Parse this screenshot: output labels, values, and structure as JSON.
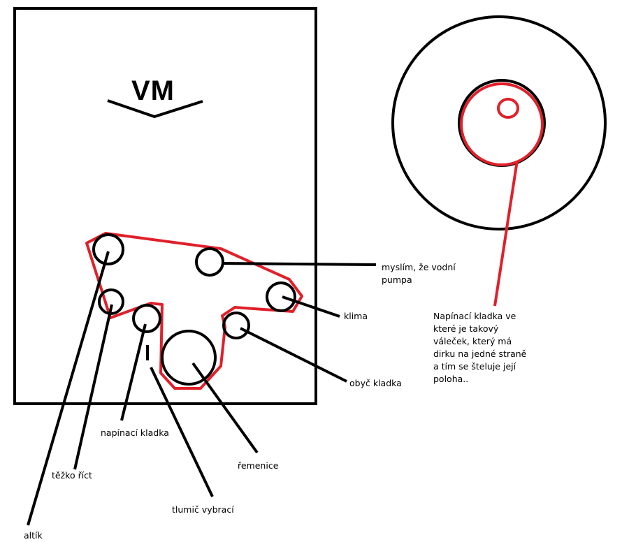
{
  "engine": {
    "label": "VM"
  },
  "labels": {
    "pump": "myslím, že vodní\npumpa",
    "klima": "klima",
    "obyc": "obyč kladka",
    "remenice": "řemenice",
    "napinaci": "napínací kladka",
    "tezko": "těžko říct",
    "tlumic": "tlumič vybrací",
    "altik": "altík",
    "note": "Napínací kladka ve\nkteré je takový\nváleček, který má\ndirku na jedné straně\na tím se šteluje její\npoloha.."
  },
  "colors": {
    "outline": "#000000",
    "belt": "#e0202a"
  }
}
